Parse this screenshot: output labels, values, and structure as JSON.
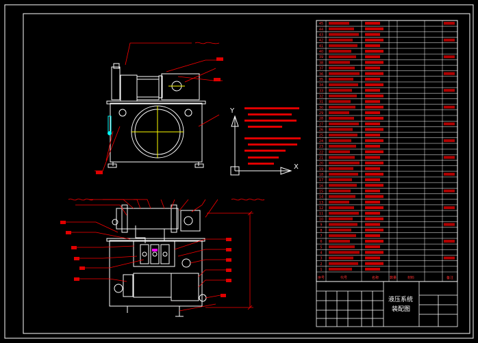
{
  "title_block": {
    "drawing_title_line1": "液压系统",
    "drawing_title_line2": "装配图"
  },
  "bom": {
    "rows_upper": [
      "45",
      "44",
      "43",
      "42",
      "41",
      "40",
      "39",
      "38",
      "37",
      "36",
      "35",
      "34",
      "33",
      "32",
      "31",
      "30",
      "29",
      "28",
      "27",
      "26",
      "25",
      "24",
      "23",
      "22",
      "21",
      "20",
      "19",
      "18",
      "17",
      "16",
      "15",
      "14",
      "13",
      "12",
      "11",
      "10",
      "9",
      "8",
      "7",
      "6",
      "5",
      "4",
      "3",
      "2",
      "1"
    ],
    "header": [
      "序号",
      "代号",
      "名称",
      "数量",
      "材料",
      "",
      "备注"
    ]
  },
  "axes": {
    "y_label": "Y",
    "x_label": "X"
  },
  "colors": {
    "background": "#000000",
    "frame": "#ffffff",
    "leader": "#ff0000",
    "part": "#ffffff",
    "cyan_accent": "#00ffff",
    "magenta_accent": "#ff00ff"
  }
}
